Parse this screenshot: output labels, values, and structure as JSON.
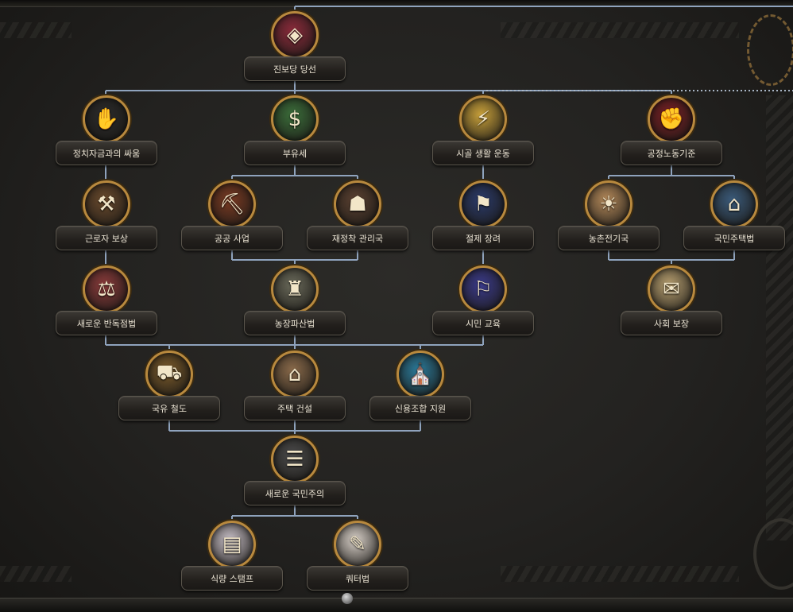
{
  "colors": {
    "connector": "#8fa3bd",
    "connector_dotted": "#a9b6c6",
    "ring_gold": "#b8893e",
    "label_text": "#eae3d3"
  },
  "focus_tree": {
    "focuses": [
      {
        "id": "f1",
        "label": "진보당 당선",
        "icon": "party-banner-icon",
        "color": "#8a2a3a",
        "glyph": "◈"
      },
      {
        "id": "f2",
        "label": "정치자금과의 싸움",
        "icon": "handshake-icon",
        "color": "#2a2a2a",
        "glyph": "✋"
      },
      {
        "id": "f3",
        "label": "부유세",
        "icon": "money-figure-icon",
        "color": "#3b6e3a",
        "glyph": "$"
      },
      {
        "id": "f4",
        "label": "시골 생활 운동",
        "icon": "gold-emblem-icon",
        "color": "#c9a13a",
        "glyph": "⚡"
      },
      {
        "id": "f5",
        "label": "공정노동기준",
        "icon": "worker-fist-icon",
        "color": "#7a1f24",
        "glyph": "✊"
      },
      {
        "id": "f6",
        "label": "근로자 보상",
        "icon": "factory-icon",
        "color": "#6a4a2c",
        "glyph": "⚒"
      },
      {
        "id": "f7",
        "label": "공공 사업",
        "icon": "construction-icon",
        "color": "#7a3a22",
        "glyph": "⛏"
      },
      {
        "id": "f8",
        "label": "재정착 관리국",
        "icon": "settler-portrait-icon",
        "color": "#5a4030",
        "glyph": "☗"
      },
      {
        "id": "f9",
        "label": "절제 장려",
        "icon": "banner-woman-icon",
        "color": "#2a3a6a",
        "glyph": "⚑"
      },
      {
        "id": "f10",
        "label": "농촌전기국",
        "icon": "lamp-icon",
        "color": "#b58a5a",
        "glyph": "☀"
      },
      {
        "id": "f11",
        "label": "국민주택법",
        "icon": "loan-poster-icon",
        "color": "#3a5a7a",
        "glyph": "⌂"
      },
      {
        "id": "f12",
        "label": "새로운 반독점법",
        "icon": "cartoon-boss-icon",
        "color": "#8a3a3a",
        "glyph": "⚖"
      },
      {
        "id": "f13",
        "label": "농장파산법",
        "icon": "farmer-portrait-icon",
        "color": "#6a6a5a",
        "glyph": "♜"
      },
      {
        "id": "f14",
        "label": "시민 교육",
        "icon": "crowd-flag-icon",
        "color": "#3a3a8a",
        "glyph": "⚐"
      },
      {
        "id": "f15",
        "label": "사회 보장",
        "icon": "document-icon",
        "color": "#b8a070",
        "glyph": "✉"
      },
      {
        "id": "f16",
        "label": "국유 철도",
        "icon": "train-icon",
        "color": "#7a5a2a",
        "glyph": "⛟"
      },
      {
        "id": "f17",
        "label": "주택 건설",
        "icon": "house-icon",
        "color": "#8a6a4a",
        "glyph": "⌂"
      },
      {
        "id": "f18",
        "label": "신용조합 지원",
        "icon": "bank-hands-icon",
        "color": "#2a7a9a",
        "glyph": "⛪"
      },
      {
        "id": "f19",
        "label": "새로운 국민주의",
        "icon": "crowd-icon",
        "color": "#4a4a4a",
        "glyph": "☰"
      },
      {
        "id": "f20",
        "label": "식량 스탬프",
        "icon": "stamps-icon",
        "color": "#c8c0c8",
        "glyph": "▤"
      },
      {
        "id": "f21",
        "label": "쿼터법",
        "icon": "sketch-figure-icon",
        "color": "#d8d0c8",
        "glyph": "✎"
      }
    ]
  }
}
